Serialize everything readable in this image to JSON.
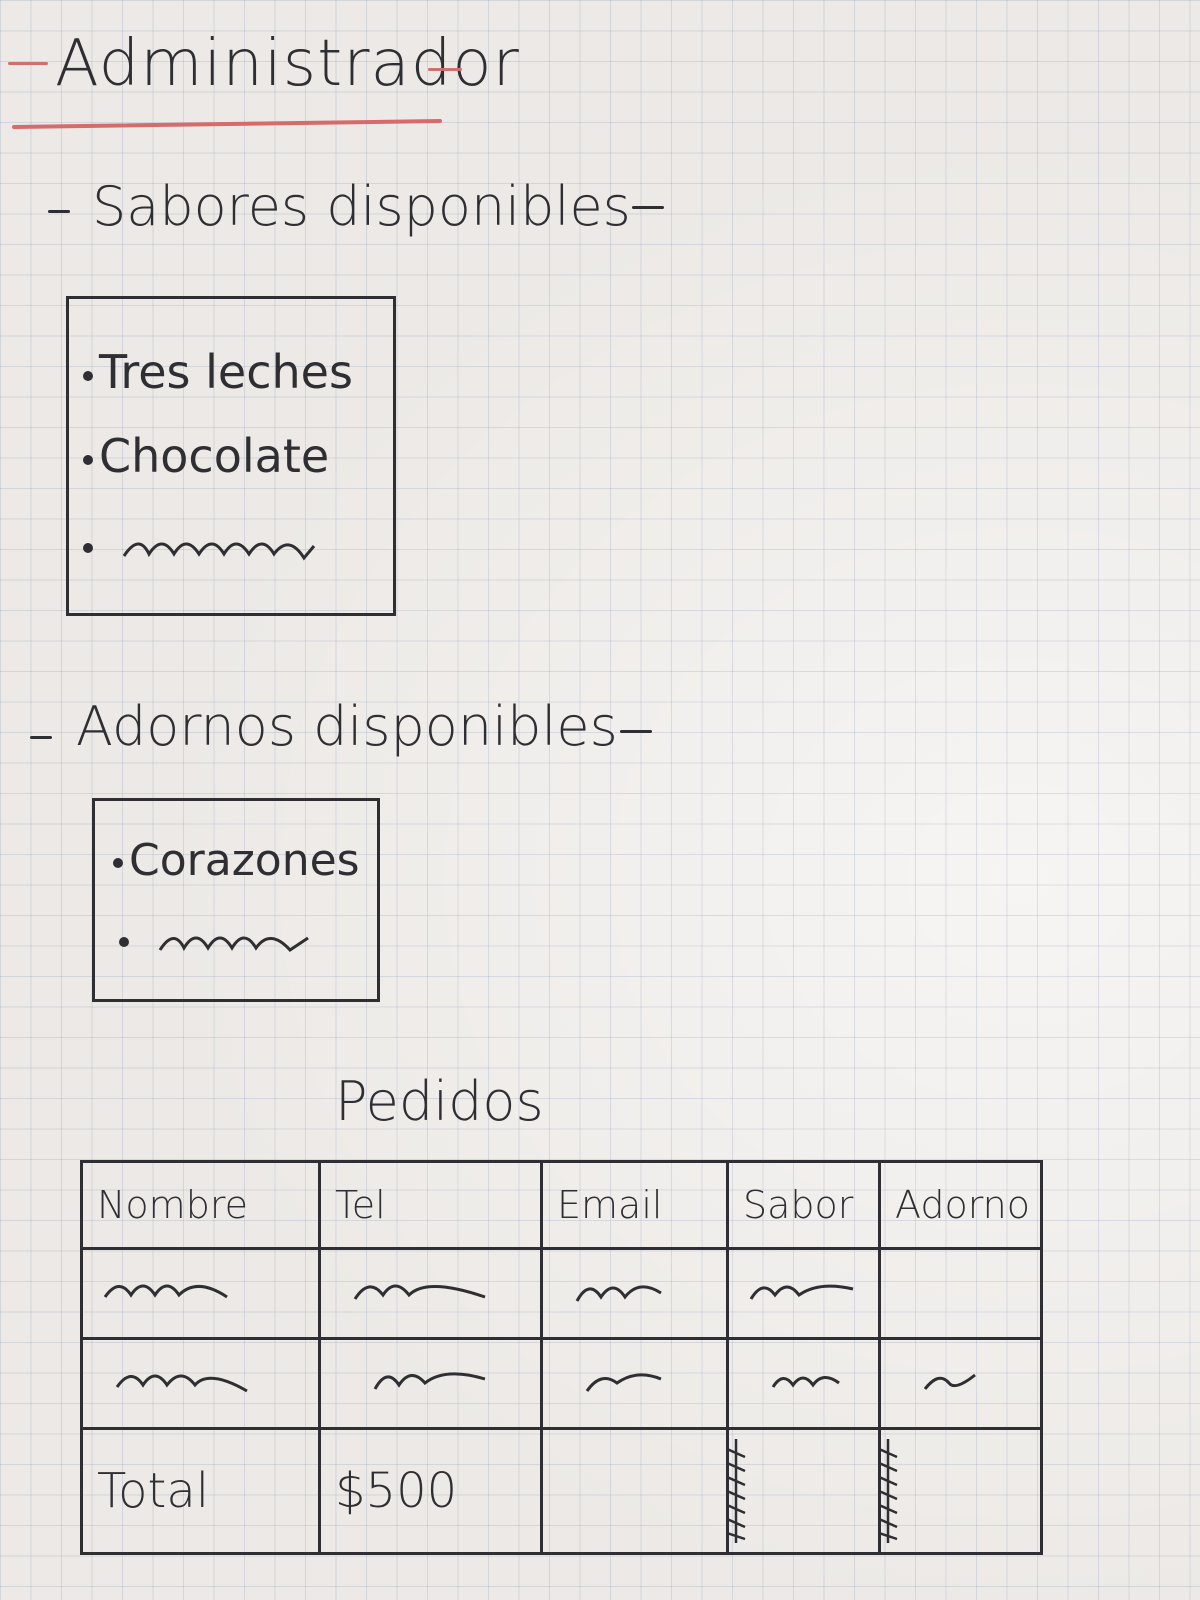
{
  "header": {
    "title": "Administrador"
  },
  "sabores": {
    "heading": "Sabores disponibles",
    "items": [
      "Tres leches",
      "Chocolate"
    ]
  },
  "adornos": {
    "heading": "Adornos disponibles",
    "items": [
      "Corazones"
    ]
  },
  "pedidos": {
    "title": "Pedidos",
    "columns": [
      "Nombre",
      "Tel",
      "Email",
      "Sabor",
      "Adorno"
    ],
    "total_label": "Total",
    "total_value": "$500"
  },
  "colors": {
    "ink": "#2f2f33",
    "accent_red": "#d76a6a",
    "paper": "#ece9e6"
  }
}
